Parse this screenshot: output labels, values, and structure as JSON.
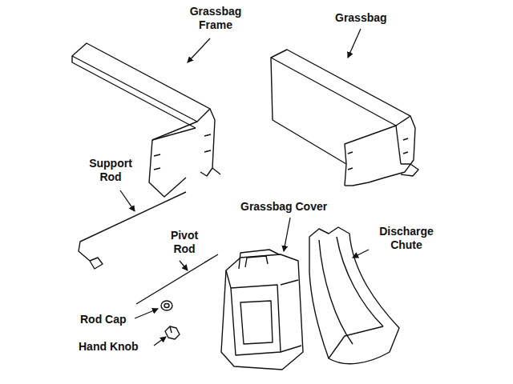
{
  "diagram": {
    "labels": [
      "Grassbag Frame",
      "Grassbag",
      "Support Rod",
      "Pivot Rod",
      "Grassbag Cover",
      "Discharge Chute",
      "Rod Cap",
      "Hand Knob"
    ]
  }
}
